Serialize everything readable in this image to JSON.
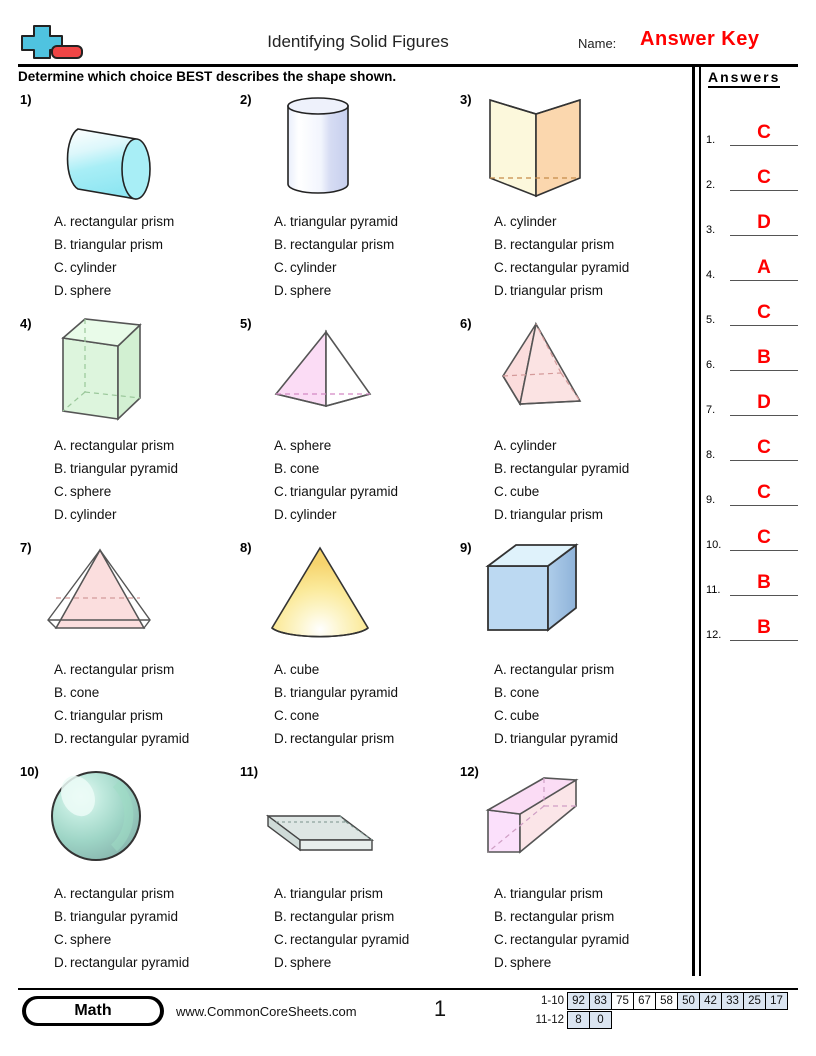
{
  "header": {
    "title": "Identifying Solid Figures",
    "name_label": "Name:",
    "name_value": "Answer Key",
    "directions": "Determine which choice BEST describes the shape shown.",
    "logo_icon": "plus-minus-logo-icon"
  },
  "answers_panel": {
    "heading": "Answers",
    "rows": [
      {
        "num": "1.",
        "value": "C"
      },
      {
        "num": "2.",
        "value": "C"
      },
      {
        "num": "3.",
        "value": "D"
      },
      {
        "num": "4.",
        "value": "A"
      },
      {
        "num": "5.",
        "value": "C"
      },
      {
        "num": "6.",
        "value": "B"
      },
      {
        "num": "7.",
        "value": "D"
      },
      {
        "num": "8.",
        "value": "C"
      },
      {
        "num": "9.",
        "value": "C"
      },
      {
        "num": "10.",
        "value": "C"
      },
      {
        "num": "11.",
        "value": "B"
      },
      {
        "num": "12.",
        "value": "B"
      }
    ]
  },
  "questions": [
    {
      "num": "1)",
      "figure": "horizontal-cylinder-figure",
      "choices": [
        {
          "letter": "A.",
          "text": "rectangular prism"
        },
        {
          "letter": "B.",
          "text": "triangular prism"
        },
        {
          "letter": "C.",
          "text": "cylinder"
        },
        {
          "letter": "D.",
          "text": "sphere"
        }
      ]
    },
    {
      "num": "2)",
      "figure": "vertical-cylinder-figure",
      "choices": [
        {
          "letter": "A.",
          "text": "triangular pyramid"
        },
        {
          "letter": "B.",
          "text": "rectangular prism"
        },
        {
          "letter": "C.",
          "text": "cylinder"
        },
        {
          "letter": "D.",
          "text": "sphere"
        }
      ]
    },
    {
      "num": "3)",
      "figure": "triangular-prism-figure",
      "choices": [
        {
          "letter": "A.",
          "text": "cylinder"
        },
        {
          "letter": "B.",
          "text": "rectangular prism"
        },
        {
          "letter": "C.",
          "text": "rectangular pyramid"
        },
        {
          "letter": "D.",
          "text": "triangular prism"
        }
      ]
    },
    {
      "num": "4)",
      "figure": "rectangular-prism-figure",
      "choices": [
        {
          "letter": "A.",
          "text": "rectangular prism"
        },
        {
          "letter": "B.",
          "text": "triangular pyramid"
        },
        {
          "letter": "C.",
          "text": "sphere"
        },
        {
          "letter": "D.",
          "text": "cylinder"
        }
      ]
    },
    {
      "num": "5)",
      "figure": "triangular-pyramid-figure",
      "choices": [
        {
          "letter": "A.",
          "text": "sphere"
        },
        {
          "letter": "B.",
          "text": "cone"
        },
        {
          "letter": "C.",
          "text": "triangular pyramid"
        },
        {
          "letter": "D.",
          "text": "cylinder"
        }
      ]
    },
    {
      "num": "6)",
      "figure": "rectangular-pyramid-figure",
      "choices": [
        {
          "letter": "A.",
          "text": "cylinder"
        },
        {
          "letter": "B.",
          "text": "rectangular pyramid"
        },
        {
          "letter": "C.",
          "text": "cube"
        },
        {
          "letter": "D.",
          "text": "triangular prism"
        }
      ]
    },
    {
      "num": "7)",
      "figure": "rectangular-pyramid-front-figure",
      "choices": [
        {
          "letter": "A.",
          "text": "rectangular prism"
        },
        {
          "letter": "B.",
          "text": "cone"
        },
        {
          "letter": "C.",
          "text": "triangular prism"
        },
        {
          "letter": "D.",
          "text": "rectangular pyramid"
        }
      ]
    },
    {
      "num": "8)",
      "figure": "cone-figure",
      "choices": [
        {
          "letter": "A.",
          "text": "cube"
        },
        {
          "letter": "B.",
          "text": "triangular pyramid"
        },
        {
          "letter": "C.",
          "text": "cone"
        },
        {
          "letter": "D.",
          "text": "rectangular prism"
        }
      ]
    },
    {
      "num": "9)",
      "figure": "cube-figure",
      "choices": [
        {
          "letter": "A.",
          "text": "rectangular prism"
        },
        {
          "letter": "B.",
          "text": "cone"
        },
        {
          "letter": "C.",
          "text": "cube"
        },
        {
          "letter": "D.",
          "text": "triangular pyramid"
        }
      ]
    },
    {
      "num": "10)",
      "figure": "sphere-figure",
      "choices": [
        {
          "letter": "A.",
          "text": "rectangular prism"
        },
        {
          "letter": "B.",
          "text": "triangular pyramid"
        },
        {
          "letter": "C.",
          "text": "sphere"
        },
        {
          "letter": "D.",
          "text": "rectangular pyramid"
        }
      ]
    },
    {
      "num": "11)",
      "figure": "flat-slab-prism-figure",
      "choices": [
        {
          "letter": "A.",
          "text": "triangular prism"
        },
        {
          "letter": "B.",
          "text": "rectangular prism"
        },
        {
          "letter": "C.",
          "text": "rectangular pyramid"
        },
        {
          "letter": "D.",
          "text": "sphere"
        }
      ]
    },
    {
      "num": "12)",
      "figure": "long-beam-prism-figure",
      "choices": [
        {
          "letter": "A.",
          "text": "triangular prism"
        },
        {
          "letter": "B.",
          "text": "rectangular prism"
        },
        {
          "letter": "C.",
          "text": "rectangular pyramid"
        },
        {
          "letter": "D.",
          "text": "sphere"
        }
      ]
    }
  ],
  "footer": {
    "subject": "Math",
    "website": "www.CommonCoreSheets.com",
    "page_number": "1",
    "score_table": {
      "rows": [
        {
          "label": "1-10",
          "cells": [
            {
              "value": "92",
              "highlighted": true
            },
            {
              "value": "83",
              "highlighted": true
            },
            {
              "value": "75",
              "highlighted": false
            },
            {
              "value": "67",
              "highlighted": false
            },
            {
              "value": "58",
              "highlighted": false
            },
            {
              "value": "50",
              "highlighted": true
            },
            {
              "value": "42",
              "highlighted": true
            },
            {
              "value": "33",
              "highlighted": true
            },
            {
              "value": "25",
              "highlighted": true
            },
            {
              "value": "17",
              "highlighted": true
            }
          ]
        },
        {
          "label": "11-12",
          "cells": [
            {
              "value": "8",
              "highlighted": true
            },
            {
              "value": "0",
              "highlighted": true
            }
          ]
        }
      ]
    }
  },
  "colors": {
    "answer_red": "#ff0000",
    "score_highlight": "#dbe5f1",
    "logo_blue": "#4fc3e0",
    "logo_red": "#ef4545"
  }
}
